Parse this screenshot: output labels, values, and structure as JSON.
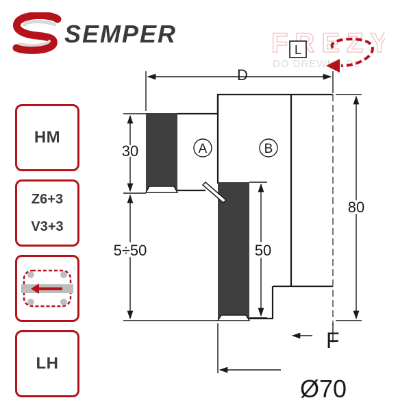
{
  "brand": {
    "name": "SEMPER",
    "color": "#b5121b"
  },
  "watermark": {
    "line1": "FREZY",
    "line2": "DO DREWNA.PL"
  },
  "badges": {
    "material": "HM",
    "teeth_line1": "Z6+3",
    "teeth_line2": "V3+3",
    "feed_icon": "feed-direction-icon",
    "hand": "LH"
  },
  "drawing": {
    "rotation_label": "L",
    "rotation_icon": "rotation-arrow-icon",
    "dim_d": "D",
    "dim_top_height": "30",
    "dim_range": "5÷50",
    "dim_50": "50",
    "dim_80": "80",
    "label_a": "A",
    "label_b": "B",
    "label_f": "F",
    "dim_bore": "Ø70"
  },
  "colors": {
    "accent": "#b5121b",
    "line": "#1a1a1a",
    "cutter": "#3f3f3f"
  }
}
